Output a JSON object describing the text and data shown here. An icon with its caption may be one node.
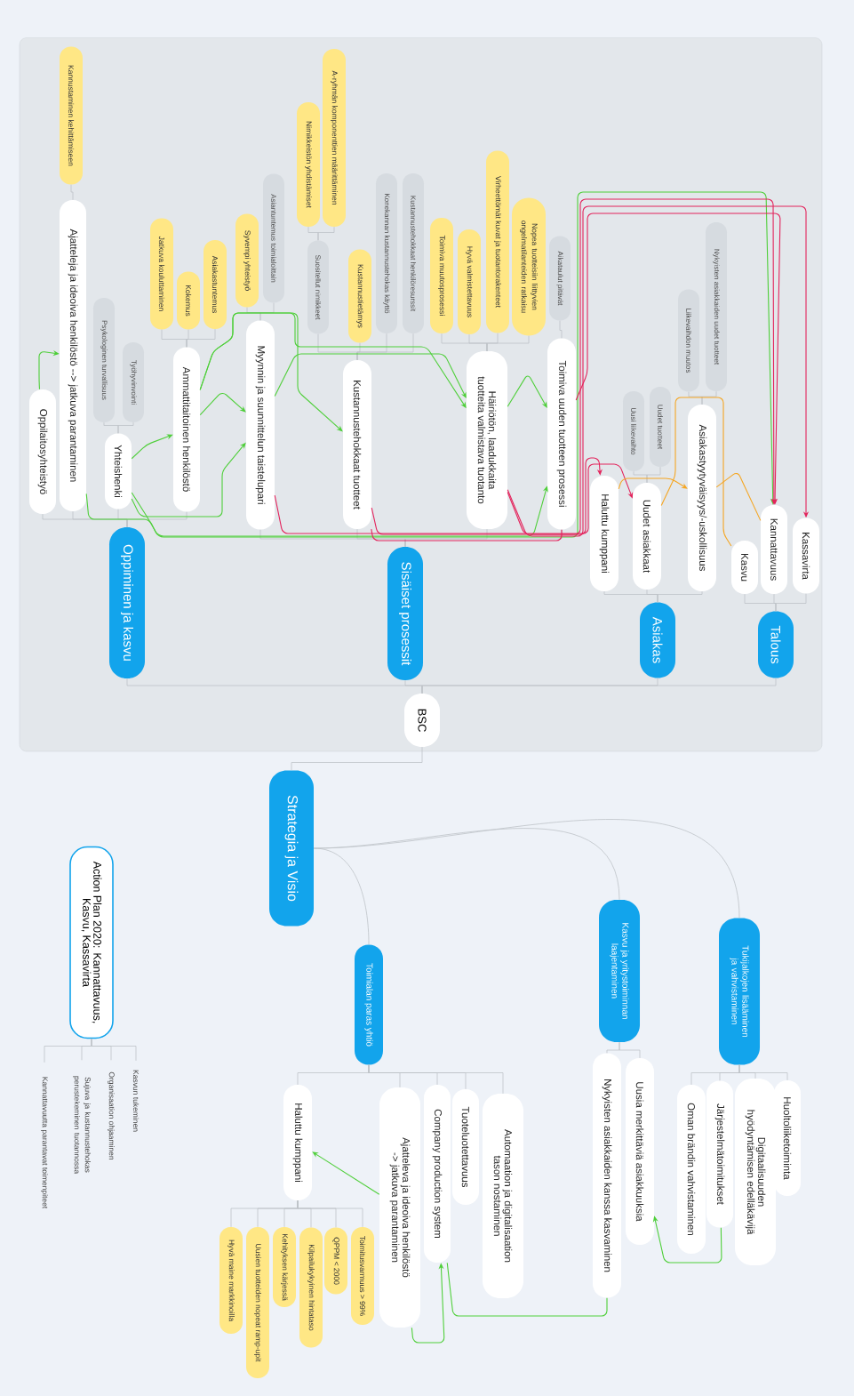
{
  "diagram": {
    "nodes": [
      {
        "text": [],
        "shape": "box"
      },
      {
        "text": [
          "BSC"
        ],
        "in": 0
      },
      {
        "text": [
          "Oppiminen ja kasvu"
        ],
        "in": 0
      },
      {
        "text": [
          "Sisäiset prosessit"
        ],
        "in": 0
      },
      {
        "text": [
          "Asiakas"
        ],
        "in": 0
      },
      {
        "text": [
          "Talous"
        ],
        "in": 0
      },
      {
        "text": [
          "Oppilaitosyhteistyö"
        ],
        "in": 0
      },
      {
        "text": [
          "Ajatteleja ja ideoiva henkilöstö --> jatkuva parantaminen"
        ],
        "in": 0
      },
      {
        "text": [
          "Kannustaminen kehittämiseen"
        ],
        "in": 0
      },
      {
        "text": [
          "Yhteishenki"
        ],
        "in": 0
      },
      {
        "text": [
          "Psykologinen turvallisuus"
        ],
        "in": 0
      },
      {
        "text": [
          "Työhyvinvointi"
        ],
        "in": 0
      },
      {
        "text": [
          "Ammattitaitoinen henkilöstö"
        ],
        "in": 0
      },
      {
        "text": [
          "Jatkuva kouluttaminen"
        ],
        "in": 0
      },
      {
        "text": [
          "Kokemus"
        ],
        "in": 0
      },
      {
        "text": [
          "Asiakastuntemus"
        ],
        "in": 0
      },
      {
        "text": [
          "Myynnin ja suunnittelun taistelupari"
        ],
        "in": 0
      },
      {
        "text": [
          "Syvempi yhteistyö"
        ],
        "in": 0
      },
      {
        "text": [
          "Asiantuntemus toimialoittain"
        ],
        "in": 0
      },
      {
        "text": [
          "Kustannustehokkaat tuotteet"
        ],
        "in": 0
      },
      {
        "text": [
          "Suositellut nimikkeet"
        ],
        "in": 0
      },
      {
        "text": [
          "Nimikkeistön yhdistämiset"
        ],
        "in": 0
      },
      {
        "text": [
          "A-ryhmän komponenttien määrittäminen"
        ],
        "in": 0
      },
      {
        "text": [
          "Kustannustietämys"
        ],
        "in": 0
      },
      {
        "text": [
          "Konekannan kustannustehokas käyttö"
        ],
        "in": 0
      },
      {
        "text": [
          "Kustannustehokkaat henkilöresurssit"
        ],
        "in": 0
      },
      {
        "text": [
          "Häiriötön, laadukkaita tuotteita valmistava tuotanto"
        ],
        "in": 0
      },
      {
        "text": [
          "Toimiva muutosprosessi"
        ],
        "in": 0
      },
      {
        "text": [
          "Hyvä valmistettavuus"
        ],
        "in": 0
      },
      {
        "text": [
          "Virheettömät kuvat ja tuotantorakenteet"
        ],
        "in": 0
      },
      {
        "text": [
          "Nopea tuotteisiin liittyvien ongelmatilanteiden ratkaisu"
        ],
        "in": 0
      },
      {
        "text": [
          "Toimiva uuden tuotteen prosessi"
        ],
        "in": 0
      },
      {
        "text": [
          "Aikataulut pitävät"
        ],
        "in": 0
      },
      {
        "text": [
          "Haluttu kumppani"
        ],
        "in": 0
      },
      {
        "text": [
          "Uudet asiakkaat"
        ],
        "in": 0
      },
      {
        "text": [
          "Uusi liikevaihto"
        ],
        "in": 0
      },
      {
        "text": [
          "Uudet tuotteet"
        ],
        "in": 0
      },
      {
        "text": [
          "Asiakastyytyväisyys/-uskollisuus"
        ],
        "in": 0
      },
      {
        "text": [
          "Liikevaihdon muutos"
        ],
        "in": 0
      },
      {
        "text": [
          "Nykyisten asiakkaiden uudet tuotteet"
        ],
        "in": 0
      },
      {
        "text": [
          "Kasvu"
        ],
        "in": 0
      },
      {
        "text": [
          "Kannattavuus"
        ],
        "in": 0
      },
      {
        "text": [
          "Kassavirta"
        ],
        "in": 0
      },
      {
        "text": [
          "Strategia ja Visio"
        ]
      },
      {
        "text": [
          "Action Plan 2020: Kannattavuus, Kasvu, Kassavirta"
        ]
      },
      {
        "text": [
          "Kasvun tukeminen"
        ]
      },
      {
        "text": [
          "Organisaation ohjaaminen"
        ]
      },
      {
        "text": [
          "Sujuva ja kustannustehokas perustekeminen tuotannossa"
        ]
      },
      {
        "text": [
          "Kannattavuutta parantavat toimenpiteet"
        ]
      },
      {
        "text": [
          "Toimialan paras yhtiö"
        ]
      },
      {
        "text": [
          "Haluttu kumppani"
        ]
      },
      {
        "text": [
          "Toimitusvarmuus > 99%"
        ]
      },
      {
        "text": [
          "QPPM < 2000"
        ]
      },
      {
        "text": [
          "Kilpailukykyinen hintataso"
        ]
      },
      {
        "text": [
          "Kehityksen kärjessä"
        ]
      },
      {
        "text": [
          "Uusien tuotteiden nopeat ramp-upit"
        ]
      },
      {
        "text": [
          "Hyvä maine markkinoilla"
        ]
      },
      {
        "text": [
          "Ajatteleva ja ideoiva henkilöstö -> jatkuva parantaminen"
        ]
      },
      {
        "text": [
          "Company production system"
        ]
      },
      {
        "text": [
          "Tuoteluotettavuus"
        ]
      },
      {
        "text": [
          "Automaation ja digitalisaation tason nostaminen"
        ]
      },
      {
        "text": [
          "Kasvu ja yritystoiminnan laajentaminen"
        ]
      },
      {
        "text": [
          "Nykyisten asiakkaiden kanssa kasvaminen"
        ]
      },
      {
        "text": [
          "Uusia merkittäviä asiakkuuksia"
        ]
      },
      {
        "text": [
          "Tukijalkojen lisääminen ja vahvistaminen"
        ]
      },
      {
        "text": [
          "Oman brändin vahvistaminen"
        ]
      },
      {
        "text": [
          "Järjestelmätoimitukset"
        ]
      },
      {
        "text": [
          "Digitaalisuuden hyödyntämisen edelläkävijä"
        ]
      },
      {
        "text": [
          "Huoltoliiketoiminta"
        ]
      }
    ],
    "edges": [
      {
        "from": 43,
        "to": 1,
        "arrow": "none"
      },
      {
        "from": 43,
        "to": 49,
        "arrow": "none"
      },
      {
        "from": 43,
        "to": 61,
        "arrow": "none"
      },
      {
        "from": 43,
        "to": 64,
        "arrow": "none"
      },
      {
        "from": 1,
        "to": 2,
        "arrow": "none"
      },
      {
        "from": 1,
        "to": 3,
        "arrow": "none"
      },
      {
        "from": 1,
        "to": 4,
        "arrow": "none"
      },
      {
        "from": 1,
        "to": 5,
        "arrow": "none"
      },
      {
        "from": 2,
        "to": 6,
        "arrow": "none"
      },
      {
        "from": 2,
        "to": 7,
        "arrow": "none"
      },
      {
        "from": 2,
        "to": 9,
        "arrow": "none"
      },
      {
        "from": 2,
        "to": 12,
        "arrow": "none"
      },
      {
        "from": 3,
        "to": 16,
        "arrow": "none"
      },
      {
        "from": 3,
        "to": 19,
        "arrow": "none"
      },
      {
        "from": 3,
        "to": 26,
        "arrow": "none"
      },
      {
        "from": 3,
        "to": 31,
        "arrow": "none"
      },
      {
        "from": 4,
        "to": 33,
        "arrow": "none"
      },
      {
        "from": 4,
        "to": 34,
        "arrow": "none"
      },
      {
        "from": 4,
        "to": 37,
        "arrow": "none"
      },
      {
        "from": 5,
        "to": 40,
        "arrow": "none"
      },
      {
        "from": 5,
        "to": 41,
        "arrow": "none"
      },
      {
        "from": 5,
        "to": 42,
        "arrow": "none"
      },
      {
        "from": 7,
        "to": 8,
        "arrow": "none"
      },
      {
        "from": 9,
        "to": 10,
        "arrow": "none"
      },
      {
        "from": 9,
        "to": 11,
        "arrow": "none"
      },
      {
        "from": 12,
        "to": 13,
        "arrow": "none"
      },
      {
        "from": 12,
        "to": 14,
        "arrow": "none"
      },
      {
        "from": 12,
        "to": 15,
        "arrow": "none"
      },
      {
        "from": 16,
        "to": 17,
        "arrow": "none"
      },
      {
        "from": 16,
        "to": 18,
        "arrow": "none"
      },
      {
        "from": 19,
        "to": 20,
        "arrow": "none"
      },
      {
        "from": 19,
        "to": 23,
        "arrow": "none"
      },
      {
        "from": 19,
        "to": 24,
        "arrow": "none"
      },
      {
        "from": 19,
        "to": 25,
        "arrow": "none"
      },
      {
        "from": 20,
        "to": 21,
        "arrow": "none"
      },
      {
        "from": 20,
        "to": 22,
        "arrow": "none"
      },
      {
        "from": 26,
        "to": 27,
        "arrow": "none"
      },
      {
        "from": 26,
        "to": 28,
        "arrow": "none"
      },
      {
        "from": 26,
        "to": 29,
        "arrow": "none"
      },
      {
        "from": 26,
        "to": 30,
        "arrow": "none"
      },
      {
        "from": 31,
        "to": 32,
        "arrow": "none"
      },
      {
        "from": 34,
        "to": 35,
        "arrow": "none"
      },
      {
        "from": 34,
        "to": 36,
        "arrow": "none"
      },
      {
        "from": 37,
        "to": 38,
        "arrow": "none"
      },
      {
        "from": 37,
        "to": 39,
        "arrow": "none"
      },
      {
        "from": 44,
        "to": 45,
        "arrow": "none"
      },
      {
        "from": 44,
        "to": 46,
        "arrow": "none"
      },
      {
        "from": 44,
        "to": 47,
        "arrow": "none"
      },
      {
        "from": 44,
        "to": 48,
        "arrow": "none"
      },
      {
        "from": 49,
        "to": 50,
        "arrow": "none"
      },
      {
        "from": 49,
        "to": 57,
        "arrow": "none"
      },
      {
        "from": 49,
        "to": 58,
        "arrow": "none"
      },
      {
        "from": 49,
        "to": 59,
        "arrow": "none"
      },
      {
        "from": 49,
        "to": 60,
        "arrow": "none"
      },
      {
        "from": 50,
        "to": 51,
        "arrow": "none"
      },
      {
        "from": 50,
        "to": 52,
        "arrow": "none"
      },
      {
        "from": 50,
        "to": 53,
        "arrow": "none"
      },
      {
        "from": 50,
        "to": 54,
        "arrow": "none"
      },
      {
        "from": 50,
        "to": 55,
        "arrow": "none"
      },
      {
        "from": 50,
        "to": 56,
        "arrow": "none"
      },
      {
        "from": 61,
        "to": 62,
        "arrow": "none"
      },
      {
        "from": 61,
        "to": 63,
        "arrow": "none"
      },
      {
        "from": 64,
        "to": 65,
        "arrow": "none"
      },
      {
        "from": 64,
        "to": 66,
        "arrow": "none"
      },
      {
        "from": 64,
        "to": 67,
        "arrow": "none"
      },
      {
        "from": 64,
        "to": 68,
        "arrow": "none"
      },
      {
        "from": 6,
        "to": 7,
        "arrow": "to",
        "color": "#4fcf3a"
      },
      {
        "from": 9,
        "to": 12,
        "arrow": "to",
        "color": "#4fcf3a"
      },
      {
        "from": 7,
        "to": 41,
        "arrow": "to",
        "color": "#4fcf3a"
      },
      {
        "from": 9,
        "to": 16,
        "arrow": "to",
        "color": "#4fcf3a"
      },
      {
        "from": 12,
        "to": 16,
        "arrow": "to",
        "color": "#4fcf3a"
      },
      {
        "from": 12,
        "to": 19,
        "arrow": "to",
        "color": "#4fcf3a"
      },
      {
        "from": 12,
        "to": 26,
        "arrow": "to",
        "color": "#4fcf3a"
      },
      {
        "from": 9,
        "to": 31,
        "arrow": "to",
        "color": "#4fcf3a"
      },
      {
        "from": 16,
        "to": 26,
        "arrow": "to",
        "color": "#4fcf3a"
      },
      {
        "from": 26,
        "to": 31,
        "arrow": "to",
        "color": "#4fcf3a"
      },
      {
        "from": 16,
        "to": 34,
        "arrow": "to",
        "color": "#e3245c"
      },
      {
        "from": 19,
        "to": 41,
        "arrow": "to",
        "color": "#e3245c"
      },
      {
        "from": 26,
        "to": 33,
        "arrow": "to",
        "color": "#e3245c"
      },
      {
        "from": 26,
        "to": 42,
        "arrow": "to",
        "color": "#e3245c"
      },
      {
        "from": 31,
        "to": 41,
        "arrow": "to",
        "color": "#e3245c"
      },
      {
        "from": 19,
        "to": 31,
        "arrow": "none",
        "color": "#e3245c"
      },
      {
        "from": 33,
        "to": 37,
        "arrow": "to",
        "color": "#f5a623"
      },
      {
        "from": 34,
        "to": 40,
        "arrow": "none",
        "color": "#f5a623"
      },
      {
        "from": 37,
        "to": 41,
        "arrow": "none",
        "color": "#f5a623"
      },
      {
        "from": 57,
        "to": 50,
        "arrow": "to",
        "color": "#4fcf3a"
      },
      {
        "from": 57,
        "to": 58,
        "arrow": "to",
        "color": "#4fcf3a"
      },
      {
        "from": 62,
        "to": 58,
        "arrow": "none",
        "color": "#4fcf3a"
      },
      {
        "from": 66,
        "to": 63,
        "arrow": "to",
        "color": "#4fcf3a"
      }
    ]
  }
}
